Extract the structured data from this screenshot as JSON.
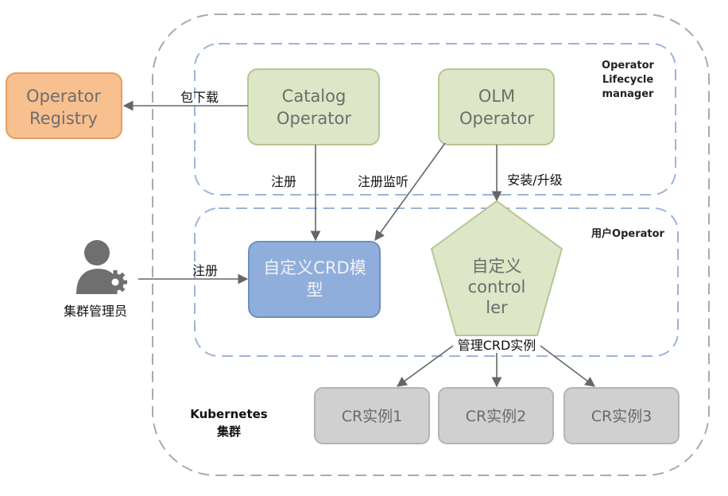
{
  "nodes": {
    "operator_registry": {
      "line1": "Operator",
      "line2": "Registry"
    },
    "catalog_operator": {
      "line1": "Catalog",
      "line2": "Operator"
    },
    "olm_operator": {
      "line1": "OLM",
      "line2": "Operator"
    },
    "crd_model": {
      "line1": "自定义CRD模",
      "line2": "型"
    },
    "controller": {
      "line1": "自定义",
      "line2": "control",
      "line3": "ler"
    },
    "cr1": "CR实例1",
    "cr2": "CR实例2",
    "cr3": "CR实例3",
    "admin": "集群管理员"
  },
  "groups": {
    "olm": {
      "line1": "Operator",
      "line2": "Lifecycle",
      "line3": "manager"
    },
    "user_operator": "用户Operator",
    "kubernetes": {
      "line1": "Kubernetes",
      "line2": "集群"
    }
  },
  "edges": {
    "package_download": "包下载",
    "register_catalog": "注册",
    "register_watch": "注册监听",
    "install_upgrade": "安装/升级",
    "register_admin": "注册",
    "manage_cr": "管理CRD实例"
  },
  "colors": {
    "registry_fill": "#f8c08f",
    "registry_stroke": "#e39e62",
    "green_fill": "#dde6c6",
    "green_stroke": "#b7c695",
    "crd_fill": "#8faedc",
    "crd_stroke": "#6f8fc0",
    "cr_fill": "#d0d0d0",
    "cr_stroke": "#b4b4b4",
    "dashed_gray": "#aaaaaa",
    "dashed_blue": "#9fb3d9"
  },
  "icons": {
    "admin": "user-gear-icon"
  }
}
